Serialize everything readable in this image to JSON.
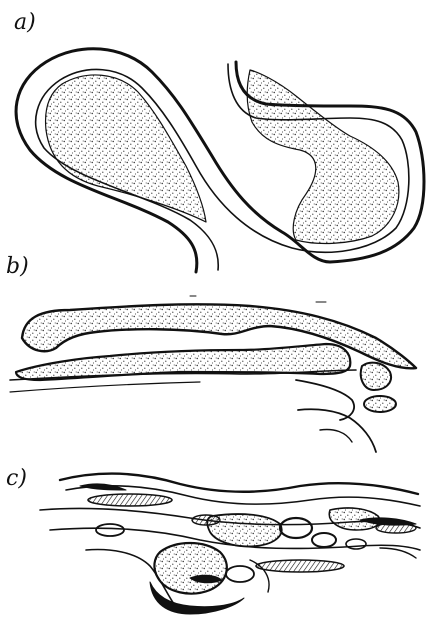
{
  "panels": [
    {
      "id": "a",
      "label": "a)"
    },
    {
      "id": "b",
      "label": "b)"
    },
    {
      "id": "c",
      "label": "c)"
    }
  ],
  "style": {
    "ink": "#111111",
    "stipple": "#222222",
    "paper": "#ffffff"
  }
}
